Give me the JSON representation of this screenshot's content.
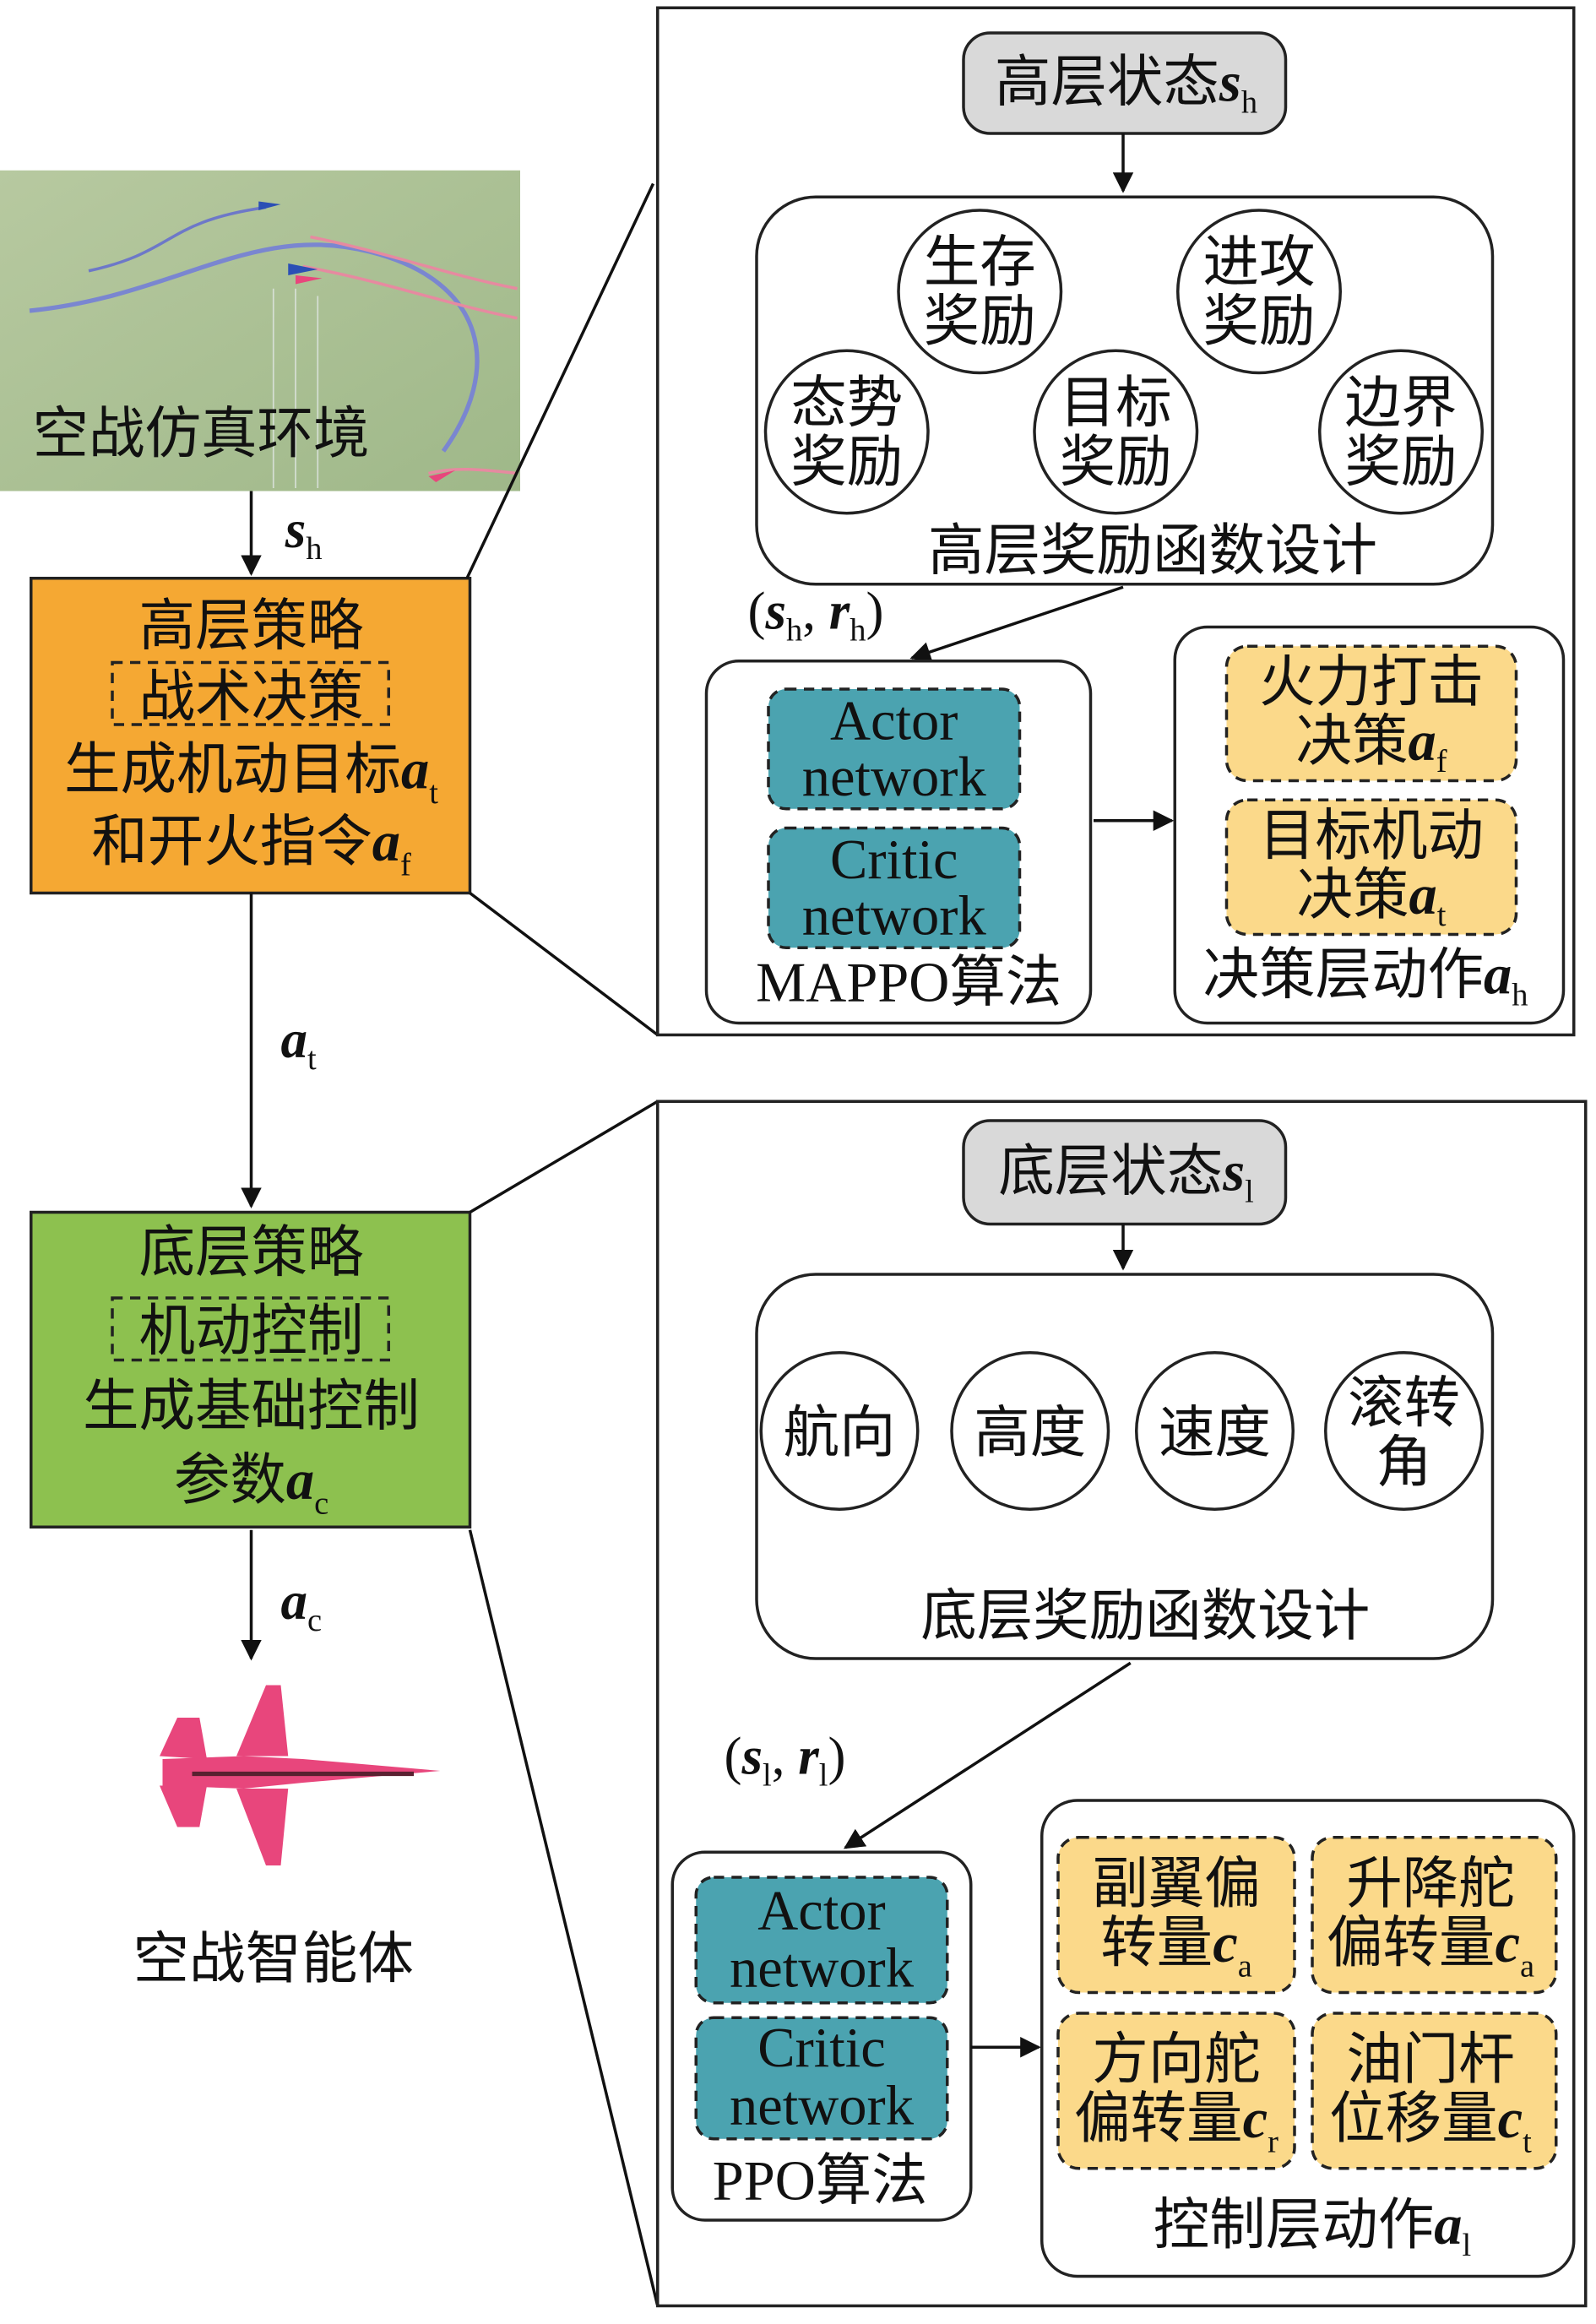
{
  "colors": {
    "high_policy": "#F5A833",
    "low_policy": "#8DC14F",
    "network": "#4BA3B0",
    "action": "#FBD98A",
    "state": "#D9D9D9",
    "agent": "#E8467C"
  },
  "environment": {
    "label": "空战仿真环境"
  },
  "edges": {
    "sh": {
      "var": "s",
      "sub": "h"
    },
    "at": {
      "var": "a",
      "sub": "t"
    },
    "ac": {
      "var": "a",
      "sub": "c"
    },
    "shrh": {
      "open": "(",
      "v1": "s",
      "s1": "h",
      "comma": ", ",
      "v2": "r",
      "s2": "h",
      "close": ")"
    },
    "slrl": {
      "open": "(",
      "v1": "s",
      "s1": "l",
      "comma": ", ",
      "v2": "r",
      "s2": "l",
      "close": ")"
    }
  },
  "high_policy": {
    "title": "高层策略",
    "tag": "战术决策",
    "line3": "生成机动目标",
    "line3_var": "a",
    "line3_sub": "t",
    "line4": "和开火指令",
    "line4_var": "a",
    "line4_sub": "f"
  },
  "low_policy": {
    "title": "底层策略",
    "tag": "机动控制",
    "line3": "生成基础控制",
    "line4": "参数",
    "line4_var": "a",
    "line4_sub": "c"
  },
  "agent": {
    "label": "空战智能体"
  },
  "high_panel": {
    "state": {
      "text": "高层状态",
      "var": "s",
      "sub": "h"
    },
    "rewards": [
      {
        "l1": "生存",
        "l2": "奖励"
      },
      {
        "l1": "进攻",
        "l2": "奖励"
      },
      {
        "l1": "态势",
        "l2": "奖励"
      },
      {
        "l1": "目标",
        "l2": "奖励"
      },
      {
        "l1": "边界",
        "l2": "奖励"
      }
    ],
    "reward_label": "高层奖励函数设计",
    "actor": {
      "l1": "Actor",
      "l2": "network"
    },
    "critic": {
      "l1": "Critic",
      "l2": "network"
    },
    "algo": "MAPPO算法",
    "actions": [
      {
        "l1": "火力打击",
        "l2": "决策",
        "var": "a",
        "sub": "f"
      },
      {
        "l1": "目标机动",
        "l2": "决策",
        "var": "a",
        "sub": "t"
      }
    ],
    "action_label": {
      "text": "决策层动作",
      "var": "a",
      "sub": "h"
    }
  },
  "low_panel": {
    "state": {
      "text": "底层状态",
      "var": "s",
      "sub": "l"
    },
    "rewards": [
      {
        "l1": "航向"
      },
      {
        "l1": "高度"
      },
      {
        "l1": "速度"
      },
      {
        "l1": "滚转",
        "l2": "角"
      }
    ],
    "reward_label": "底层奖励函数设计",
    "actor": {
      "l1": "Actor",
      "l2": "network"
    },
    "critic": {
      "l1": "Critic",
      "l2": "network"
    },
    "algo": "PPO算法",
    "actions": [
      {
        "l1": "副翼偏",
        "l2": "转量",
        "var": "c",
        "sub": "a"
      },
      {
        "l1": "升降舵",
        "l2": "偏转量",
        "var": "c",
        "sub": "a"
      },
      {
        "l1": "方向舵",
        "l2": "偏转量",
        "var": "c",
        "sub": "r"
      },
      {
        "l1": "油门杆",
        "l2": "位移量",
        "var": "c",
        "sub": "t"
      }
    ],
    "action_label": {
      "text": "控制层动作",
      "var": "a",
      "sub": "l"
    }
  }
}
